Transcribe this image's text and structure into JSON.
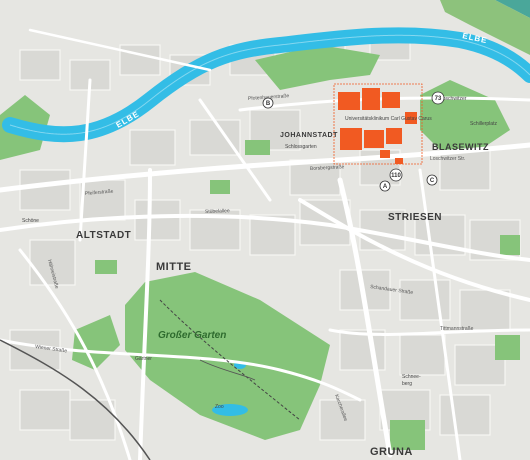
{
  "districts": {
    "altstadt": "ALTSTADT",
    "mitte": "MITTE",
    "johannstadt": "JOHANNSTADT",
    "blasewitz": "BLASEWITZ",
    "striesen": "STRIESEN",
    "gruna": "GRUNA"
  },
  "river": {
    "label_left": "ELBE",
    "label_right": "ELBE"
  },
  "parks": {
    "grosser_garten": "Großer Garten"
  },
  "streets": {
    "pfotenhauer": "Pfotenhauerstraße",
    "pfeifer": "Pfeiferstraße",
    "stuebel": "Stübelallee",
    "borsberg": "Borsbergstraße",
    "schandauer": "Schandauer Straße",
    "loschwitzer": "Loschwitzer Str.",
    "tittmann": "Tittmannstraße",
    "wiener": "Wiener Straße",
    "karcher": "Karcherallee",
    "haenel": "Hähnelstraße"
  },
  "badges": {
    "b": "B",
    "b73": "73",
    "b110": "110",
    "a": "A",
    "c": "C"
  },
  "labels": {
    "uniklinik": "Universitätsklinikum Carl Gustav Carus",
    "schillerplatz": "Schillerplatz",
    "schlossgarten": "Schlossgarten",
    "loschwitz": "Loschwitzer",
    "schoene": "Schöne",
    "gartenplatz": "Gärtner",
    "schnee": "Schnee-",
    "berg": "berg",
    "parkplatz": "Zoo"
  },
  "colors": {
    "water": "#33bde6",
    "park": "#86c47a",
    "hospital": "#f15a22",
    "street_bg": "#e8e8e4",
    "road": "#ffffff"
  }
}
